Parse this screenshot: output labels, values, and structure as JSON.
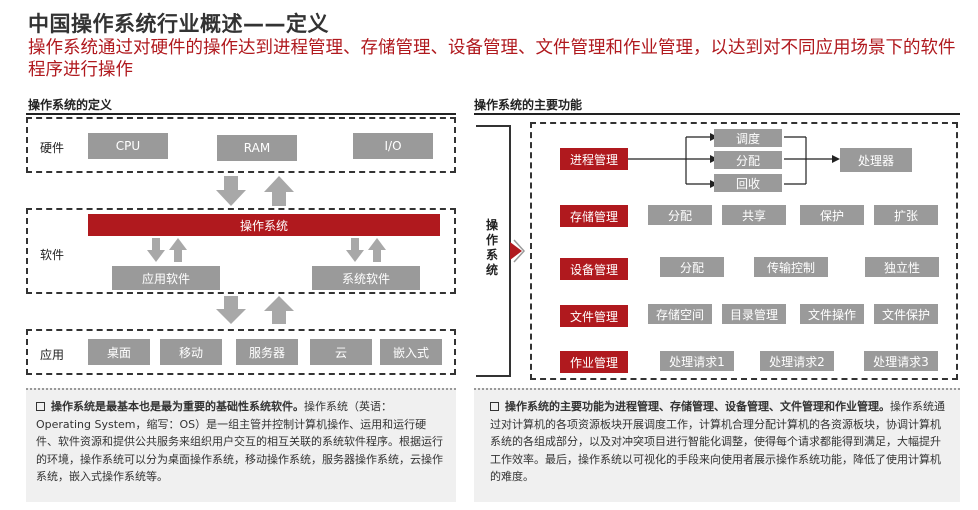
{
  "header": {
    "title": "中国操作系统行业概述——定义",
    "subtitle": "操作系统通过对硬件的操作达到进程管理、存储管理、设备管理、文件管理和作业管理，以达到对不同应用场景下的软件程序进行操作"
  },
  "left": {
    "section_title": "操作系统的定义",
    "hardware": {
      "label": "硬件",
      "items": [
        "CPU",
        "RAM",
        "I/O"
      ]
    },
    "software": {
      "label": "软件",
      "os": "操作系统",
      "app": "应用软件",
      "sys": "系统软件"
    },
    "application": {
      "label": "应用",
      "items": [
        "桌面",
        "移动",
        "服务器",
        "云",
        "嵌入式"
      ]
    },
    "footnote_bold": "操作系统是最基本也是最为重要的基础性系统软件。",
    "footnote_text": "操作系统（英语：Operating System，缩写：OS）是一组主管并控制计算机操作、运用和运行硬件、软件资源和提供公共服务来组织用户交互的相互关联的系统软件程序。根据运行的环境，操作系统可以分为桌面操作系统，移动操作系统，服务器操作系统，云操作系统，嵌入式操作系统等。"
  },
  "right": {
    "section_title": "操作系统的主要功能",
    "side_label": "操作系统",
    "process": {
      "label": "进程管理",
      "items": [
        "调度",
        "分配",
        "回收"
      ],
      "target": "处理器"
    },
    "storage": {
      "label": "存储管理",
      "items": [
        "分配",
        "共享",
        "保护",
        "扩张"
      ]
    },
    "device": {
      "label": "设备管理",
      "items": [
        "分配",
        "传输控制",
        "独立性"
      ]
    },
    "file": {
      "label": "文件管理",
      "items": [
        "存储空间",
        "目录管理",
        "文件操作",
        "文件保护"
      ]
    },
    "job": {
      "label": "作业管理",
      "items": [
        "处理请求1",
        "处理请求2",
        "处理请求3"
      ]
    },
    "footnote_bold": "操作系统的主要功能为进程管理、存储管理、设备管理、文件管理和作业管理。",
    "footnote_text": "操作系统通过对计算机的各项资源板块开展调度工作，计算机合理分配计算机的各资源板块，协调计算机系统的各组成部分，以及对冲突项目进行智能化调整，使得每个请求都能得到满足，大幅提升工作效率。最后，操作系统以可视化的手段来向使用者展示操作系统功能，降低了使用计算机的难度。"
  }
}
